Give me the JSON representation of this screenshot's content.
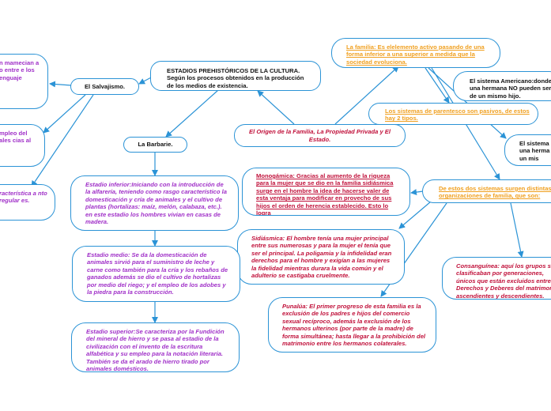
{
  "nodes": {
    "estadios": "ESTADIOS PREHISTÓRICOS DE LA CULTURA. Según los procesos obtenidos en la producción de los medios de existencia.",
    "salvajismo": "El Salvajismo.",
    "barbarie": "La Barbarie.",
    "origen_familia": "El Origen de la Familia, La Propiedad Privada y El Estado.",
    "familia": "La familia: Es elelemento activo pasando de una forma inferior a una superior a medida que la sociedad evoluciona.",
    "sistema_americano": "El sistema Americano:donde una hermana NO pueden ser de un mismo hijo.",
    "sistemas_parentesco": "Los sistemas de parentesco son pasivos, de estos hay 2 tipos.",
    "sistema_right": "El sistema una herma de un mis",
    "distintos_sistemas": "De estos dos sistemas surgen distintas organizaciones de familia, que son:",
    "monogamica": "Monogámica: Gracias al aumento de la riqueza para la mujer que se dio en la familia sidiásmica surge en el hombre la idea de hacerse valer de esta ventaja para modificar en provecho de sus hijos el orden de herencia establecido. Esto lo logra",
    "sidiasmica": "Sidiásmica: El hombre tenía una mujer principal entre sus numerosas y para la mujer el tenía que ser el principal. La poligamia y la infidelidad eran derechos para el hombre y exigían a las mujeres la fidelidad mientras durara la vida común y el adulterio se castigaba cruelmente.",
    "punalua": "Punalúa: El primer progreso de esta familia es la exclusión de los padres e hijos del comercio sexual recíproco, además la exclusión de los hermanos ulterinos (por parte de la madre) de forma simultánea; hasta llegar a la prohibición del matrimonio entre los hermanos colaterales.",
    "consanguinea": "Consanguínea: aquí los grupos se clasificaban por generaciones, únicos que están excluidos entre Derechos y Deberes del matrimonio ascendientes y descendientes.",
    "estadio_inferior": "Estadio inferior:Iniciando con la introducción de la alfarería, teniendo como rasgo característico la domesticación y cría de animales y el cultivo de plantas (hortalizas: maíz, melón, calabaza, etc.). en este estadio los hombres vivian en casas de madera.",
    "estadio_medio": "Estadio medio: Se da la domesticación de animales sirvió para el suministro de leche y carne como también para la cría y los rebaños de ganados además se dio el cultivo de hortalizas por medio del riego; y el empleo de los adobes y la piedra para la construcción.",
    "estadio_superior": "Estadio superior:Se caracteriza por la Fundición del mineral de hierro y se pasa al estadio de la civilización con el invento de la escritura alfabética y su empleo para la notación literaria. También se da el arado de hierro tirado por animales domésticos.",
    "left1": "n mamecian a o entre e los enguaje",
    "left2": "mpleo del ales cias al",
    "left3": "racterística a nto regular es."
  },
  "colors": {
    "edge": "#2b93d6",
    "purple": "#a030c8",
    "red": "#c0103a",
    "orange": "#f0a020"
  }
}
